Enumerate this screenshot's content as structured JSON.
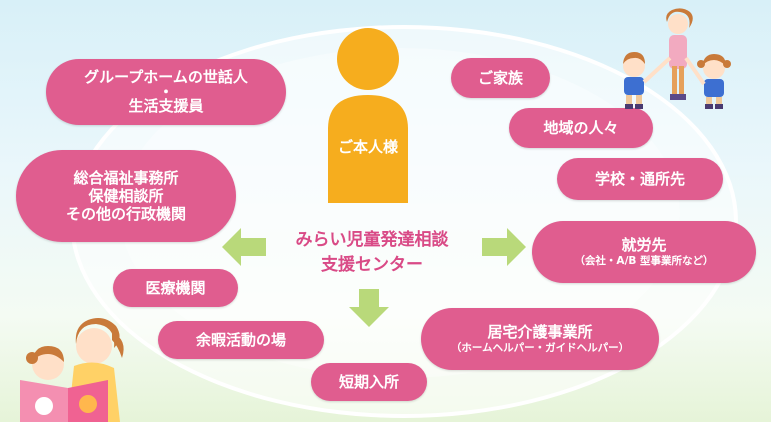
{
  "diagram": {
    "center_person_label": "ご本人様",
    "center_org": {
      "line1": "みらい児童発達相談",
      "line2": "支援センター"
    },
    "nodes": {
      "group_home": {
        "line1": "グループホームの世話人",
        "dot": "・",
        "line2": "生活支援員"
      },
      "welfare_office": {
        "line1": "総合福祉事務所",
        "line2": "保健相談所",
        "line3": "その他の行政機関"
      },
      "medical": {
        "line1": "医療機関"
      },
      "leisure": {
        "line1": "余暇活動の場"
      },
      "short_stay": {
        "line1": "短期入所"
      },
      "family": {
        "line1": "ご家族"
      },
      "community": {
        "line1": "地域の人々"
      },
      "school": {
        "line1": "学校・通所先"
      },
      "employment": {
        "line1": "就労先",
        "line2": "（会社・A/B 型事業所など）"
      },
      "home_care": {
        "line1": "居宅介護事業所",
        "line2": "（ホームヘルパー・ガイドヘルパー）"
      }
    }
  },
  "colors": {
    "pill": "#e05d8f",
    "person": "#f6ad1e",
    "arrow": "#b9d97a",
    "center_text": "#d94a86"
  }
}
